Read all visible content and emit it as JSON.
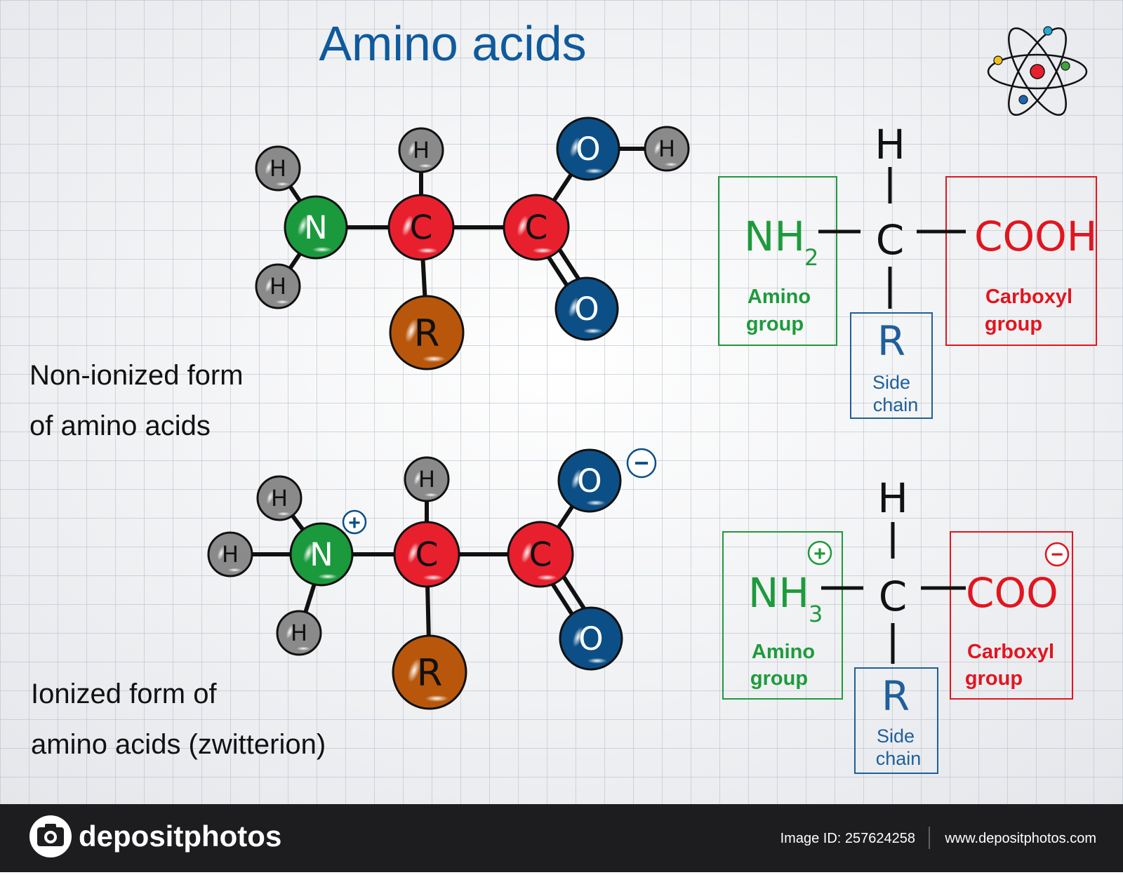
{
  "title": "Amino acids",
  "colors": {
    "title": "#0f5a9c",
    "nitrogen": "#1a9a3c",
    "carbon": "#e8202e",
    "oxygen": "#0b4f86",
    "hydrogen": "#8a8a8a",
    "sidechain": "#b8570b",
    "amino_box": "#1e9a3c",
    "carboxyl_box": "#e0161f",
    "side_box": "#1f5f9a",
    "footer_bg": "#1d1d1f"
  },
  "non_ionized": {
    "caption_line1": "Non-ionized form",
    "caption_line2": "of amino acids",
    "atoms": {
      "h": "H",
      "n": "N",
      "c": "C",
      "o": "O",
      "r": "R"
    },
    "formula": {
      "h_top": "H",
      "amino": "NH",
      "amino_sub": "2",
      "center_c": "C",
      "carboxyl": "COOH",
      "side": "R",
      "amino_label_1": "Amino",
      "amino_label_2": "group",
      "carboxyl_label_1": "Carboxyl",
      "carboxyl_label_2": "group",
      "side_label_1": "Side",
      "side_label_2": "chain"
    }
  },
  "ionized": {
    "caption_line1": "Ionized form of",
    "caption_line2": "amino acids (zwitterion)",
    "plus": "+",
    "minus": "−",
    "atoms": {
      "h": "H",
      "n": "N",
      "c": "C",
      "o": "O",
      "r": "R"
    },
    "formula": {
      "h_top": "H",
      "amino": "NH",
      "amino_sub": "3",
      "center_c": "C",
      "carboxyl": "COO",
      "side": "R",
      "amino_label_1": "Amino",
      "amino_label_2": "group",
      "carboxyl_label_1": "Carboxyl",
      "carboxyl_label_2": "group",
      "side_label_1": "Side",
      "side_label_2": "chain"
    }
  },
  "footer": {
    "brand": "depositphotos",
    "image_id": "Image ID: 257624258",
    "url": "www.depositphotos.com"
  },
  "icons": {
    "atom": "atom-icon",
    "camera": "camera-logo-icon"
  }
}
